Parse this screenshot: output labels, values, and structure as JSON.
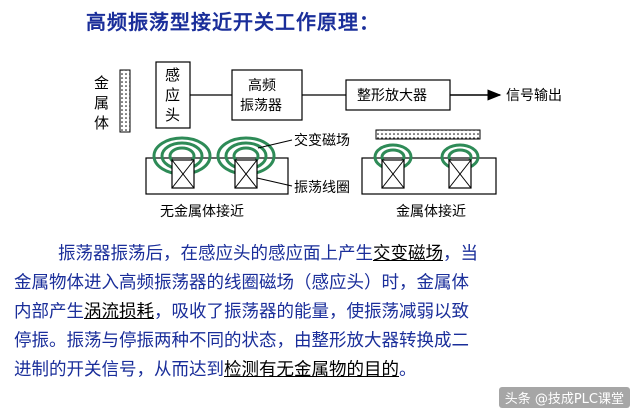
{
  "title": "高频振荡型接近开关工作原理：",
  "diagram": {
    "metal_label": [
      "金",
      "属",
      "体"
    ],
    "sensor_label": [
      "感",
      "应",
      "头"
    ],
    "oscillator_label": [
      "高频",
      "振荡器"
    ],
    "amplifier_label": "整形放大器",
    "output_label": "信号输出",
    "ac_field_label": "交变磁场",
    "coil_label": "振荡线圈",
    "no_metal_caption": "无金属体接近",
    "metal_caption": "金属体接近"
  },
  "paragraph": {
    "line1_pre": "振荡器振荡后，在感应头的感应面上产生",
    "line1_u": "交变磁场",
    "line1_post": "，当",
    "line2": "金属物体进入高频振荡器的线圈磁场（感应头）时，金属体",
    "line3_pre": "内部产生",
    "line3_u": "涡流损耗",
    "line3_post": "，吸收了振荡器的能量，使振荡减弱以致",
    "line4": "停振。振荡与停振两种不同的状态，由整形放大器转换成二",
    "line5_pre": "进制的开关信号，从而达到",
    "line5_u": "检测有无金属物的目的",
    "line5_post": "。"
  },
  "watermark": "头条 @技成PLC课堂",
  "colors": {
    "title": "#1a2e9a",
    "paragraph": "#1a2e9a",
    "coil": "#2e8b57"
  }
}
